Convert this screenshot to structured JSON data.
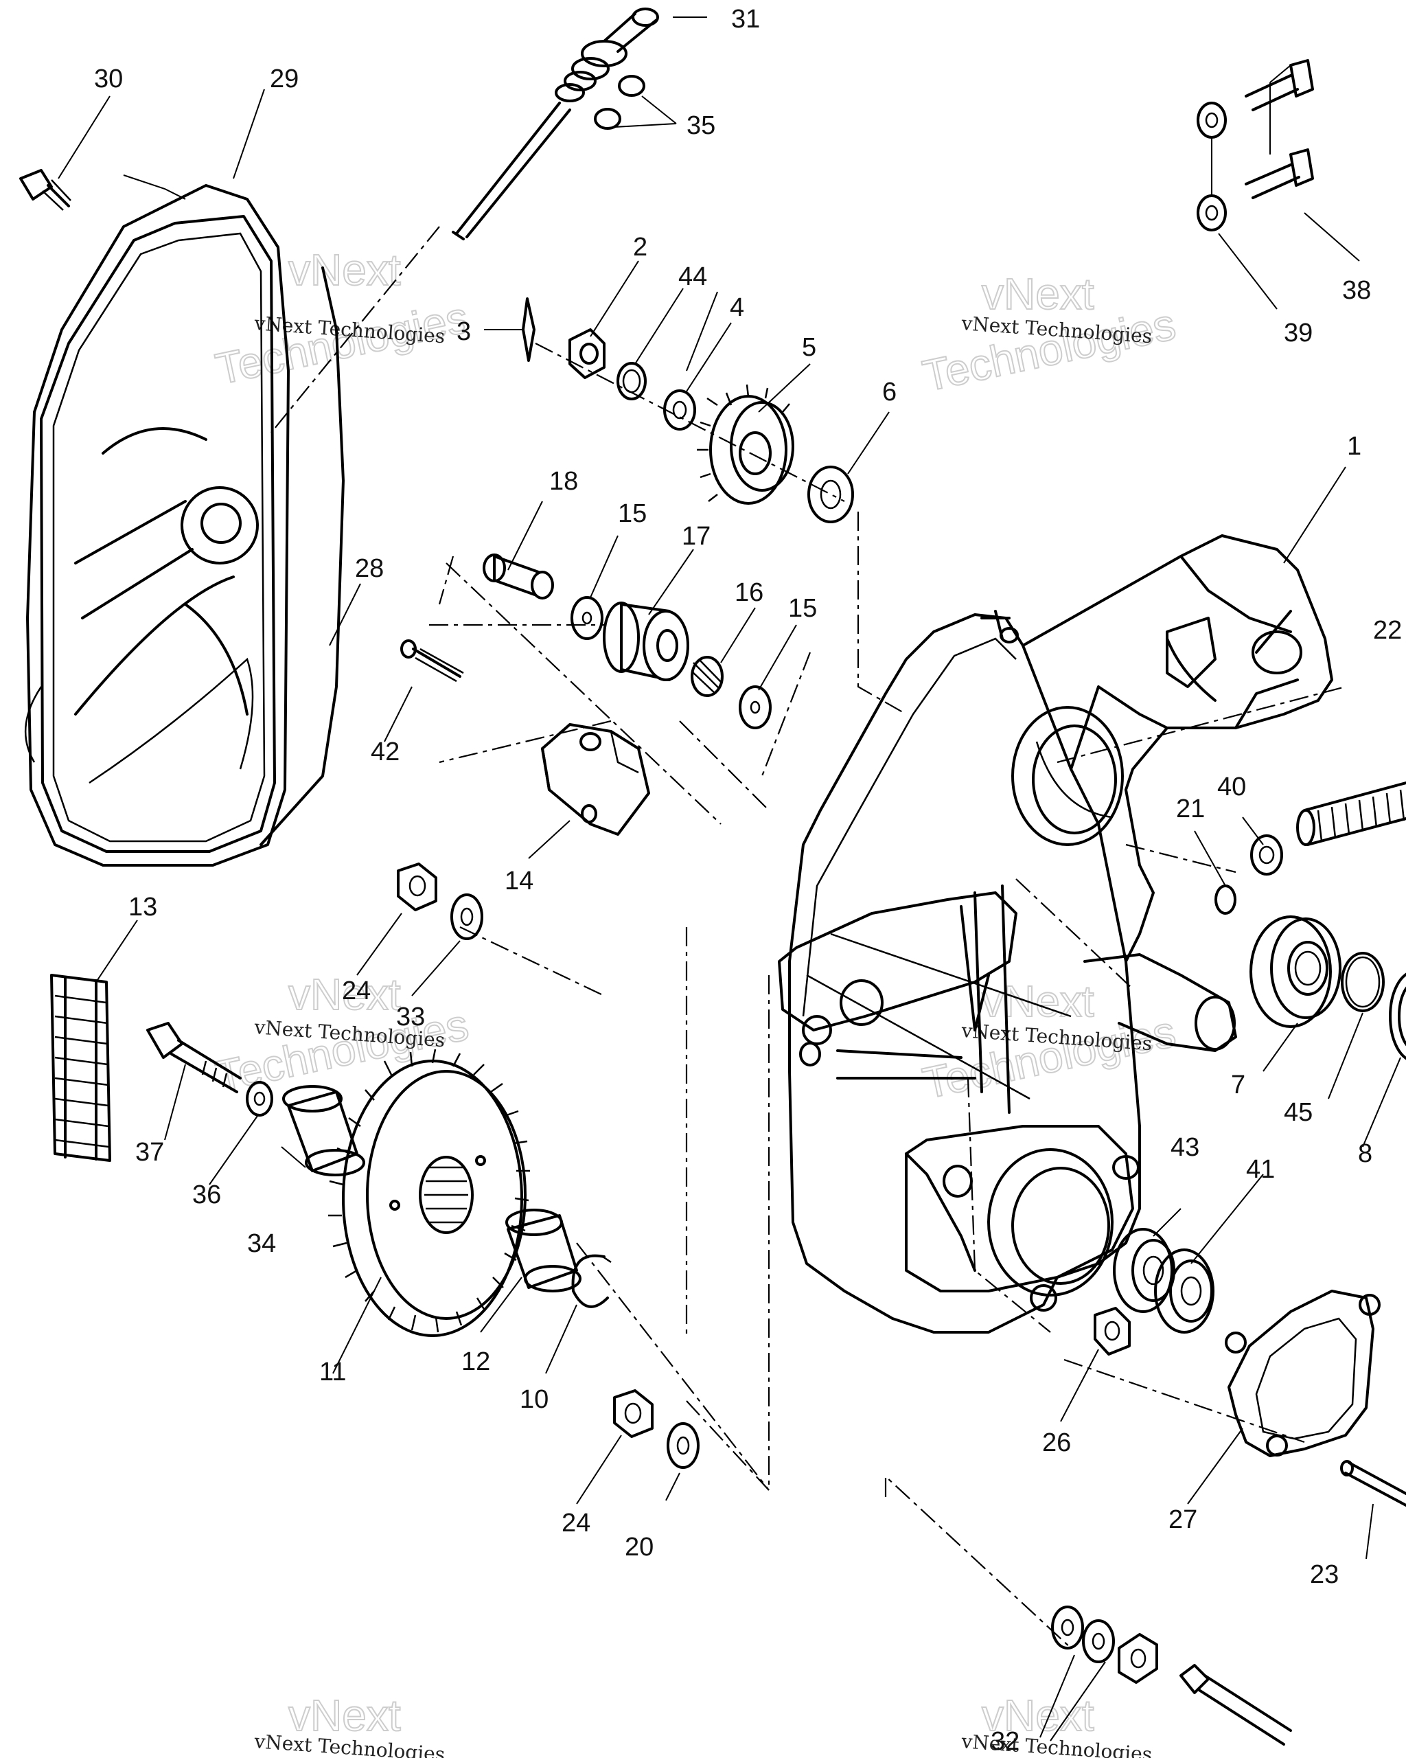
{
  "watermark": {
    "brand": "vNext",
    "small_text": "vNext Technologies",
    "large_text": "Technologies"
  },
  "callouts": {
    "n1": "1",
    "n2": "2",
    "n3": "3",
    "n4": "4",
    "n5": "5",
    "n6": "6",
    "n7": "7",
    "n8": "8",
    "n10": "10",
    "n11": "11",
    "n12": "12",
    "n13": "13",
    "n14": "14",
    "n15a": "15",
    "n15b": "15",
    "n16": "16",
    "n17": "17",
    "n18": "18",
    "n20": "20",
    "n21": "21",
    "n22": "22",
    "n23": "23",
    "n24a": "24",
    "n24b": "24",
    "n26": "26",
    "n27": "27",
    "n28": "28",
    "n29": "29",
    "n30": "30",
    "n31": "31",
    "n32": "32",
    "n33": "33",
    "n34": "34",
    "n35": "35",
    "n36": "36",
    "n37": "37",
    "n38": "38",
    "n39": "39",
    "n40": "40",
    "n41": "41",
    "n42": "42",
    "n43": "43",
    "n44": "44",
    "n45": "45"
  }
}
